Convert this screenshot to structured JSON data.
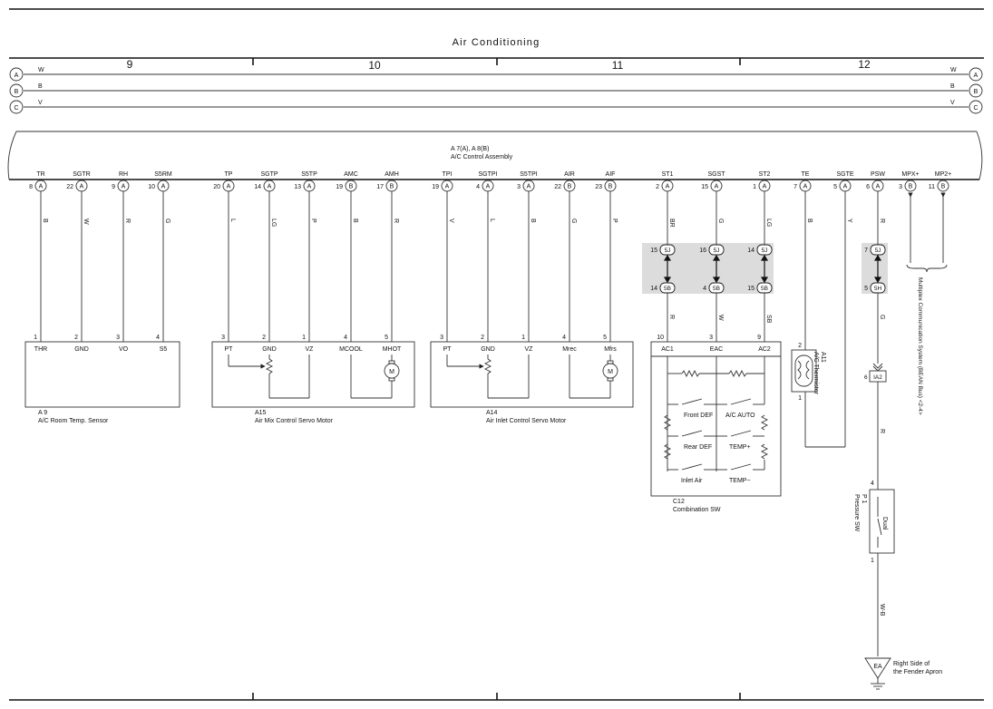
{
  "title": "Air Conditioning",
  "columns": [
    "9",
    "10",
    "11",
    "12"
  ],
  "buses": [
    {
      "id": "A",
      "wire": "W"
    },
    {
      "id": "B",
      "wire": "B"
    },
    {
      "id": "C",
      "wire": "V"
    }
  ],
  "assembly": {
    "line1": "A 7(A), A 8(B)",
    "line2": "A/C Control Assembly"
  },
  "terminals": [
    {
      "name": "TR",
      "num": "8",
      "conn": "A",
      "wire": "B"
    },
    {
      "name": "SGTR",
      "num": "22",
      "conn": "A",
      "wire": "W"
    },
    {
      "name": "RH",
      "num": "9",
      "conn": "A",
      "wire": "R"
    },
    {
      "name": "S5RM",
      "num": "10",
      "conn": "A",
      "wire": "G"
    },
    {
      "name": "TP",
      "num": "20",
      "conn": "A",
      "wire": "L"
    },
    {
      "name": "SGTP",
      "num": "14",
      "conn": "A",
      "wire": "LG"
    },
    {
      "name": "S5TP",
      "num": "13",
      "conn": "A",
      "wire": "P"
    },
    {
      "name": "AMC",
      "num": "19",
      "conn": "B",
      "wire": "B"
    },
    {
      "name": "AMH",
      "num": "17",
      "conn": "B",
      "wire": "R"
    },
    {
      "name": "TPI",
      "num": "19",
      "conn": "A",
      "wire": "V"
    },
    {
      "name": "SGTPI",
      "num": "4",
      "conn": "A",
      "wire": "L"
    },
    {
      "name": "S5TPI",
      "num": "3",
      "conn": "A",
      "wire": "B"
    },
    {
      "name": "AIR",
      "num": "22",
      "conn": "B",
      "wire": "G"
    },
    {
      "name": "AIF",
      "num": "23",
      "conn": "B",
      "wire": "P"
    },
    {
      "name": "ST1",
      "num": "2",
      "conn": "A",
      "wire": "BR"
    },
    {
      "name": "SGST",
      "num": "15",
      "conn": "A",
      "wire": "G"
    },
    {
      "name": "ST2",
      "num": "1",
      "conn": "A",
      "wire": "LG"
    },
    {
      "name": "TE",
      "num": "7",
      "conn": "A",
      "wire": "B"
    },
    {
      "name": "SGTE",
      "num": "5",
      "conn": "A",
      "wire": "Y"
    },
    {
      "name": "PSW",
      "num": "6",
      "conn": "A",
      "wire": "R"
    },
    {
      "name": "MPX+",
      "num": "3",
      "conn": "B",
      "wire": ""
    },
    {
      "name": "MP2+",
      "num": "11",
      "conn": "B",
      "wire": ""
    }
  ],
  "junctions": [
    {
      "top_num": "15",
      "top": "5J",
      "bot_num": "14",
      "bot": "5B",
      "wire_below": "R"
    },
    {
      "top_num": "16",
      "top": "5J",
      "bot_num": "4",
      "bot": "5B",
      "wire_below": "W"
    },
    {
      "top_num": "14",
      "top": "5J",
      "bot_num": "15",
      "bot": "5B",
      "wire_below": "SB"
    },
    {
      "top_num": "7",
      "top": "5J",
      "bot_num": "5",
      "bot": "5H",
      "wire_below": "G"
    }
  ],
  "multiplex_label": "Multiplex Communication System (BEAN Bus) <2-4>",
  "components": {
    "a9": {
      "code": "A 9",
      "name": "A/C Room Temp. Sensor",
      "pins": [
        "1",
        "2",
        "3",
        "4"
      ],
      "labels": [
        "THR",
        "GND",
        "VO",
        "S5"
      ]
    },
    "a15": {
      "code": "A15",
      "name": "Air Mix Control Servo Motor",
      "pins": [
        "3",
        "2",
        "1",
        "4",
        "5"
      ],
      "labels": [
        "PT",
        "GND",
        "VZ",
        "MCOOL",
        "MHOT"
      ]
    },
    "a14": {
      "code": "A14",
      "name": "Air Inlet Control Servo Motor",
      "pins": [
        "3",
        "2",
        "1",
        "4",
        "5"
      ],
      "labels": [
        "PT",
        "GND",
        "VZ",
        "Mrec",
        "Mfrs"
      ]
    },
    "c12": {
      "code": "C12",
      "name": "Combination SW",
      "pins": [
        "10",
        "3",
        "9"
      ],
      "labels": [
        "AC1",
        "EAC",
        "AC2"
      ],
      "switches": [
        "Front DEF",
        "A/C AUTO",
        "Rear DEF",
        "TEMP+",
        "Inlet Air",
        "TEMP−"
      ]
    },
    "a11": {
      "code": "A11",
      "name": "A/C Thermistor",
      "pins": [
        "2",
        "1"
      ]
    },
    "p1": {
      "code": "P 1",
      "name": "Pressure SW",
      "pin_top": "4",
      "pin_bot": "1",
      "inner": "Dual",
      "wire_below": "W-B"
    },
    "ia2": {
      "pin": "6",
      "code": "IA2",
      "wire_below": "R"
    },
    "ground": {
      "code": "EA",
      "line1": "Right Side of",
      "line2": "the Fender Apron"
    }
  },
  "motor_symbol": "M"
}
